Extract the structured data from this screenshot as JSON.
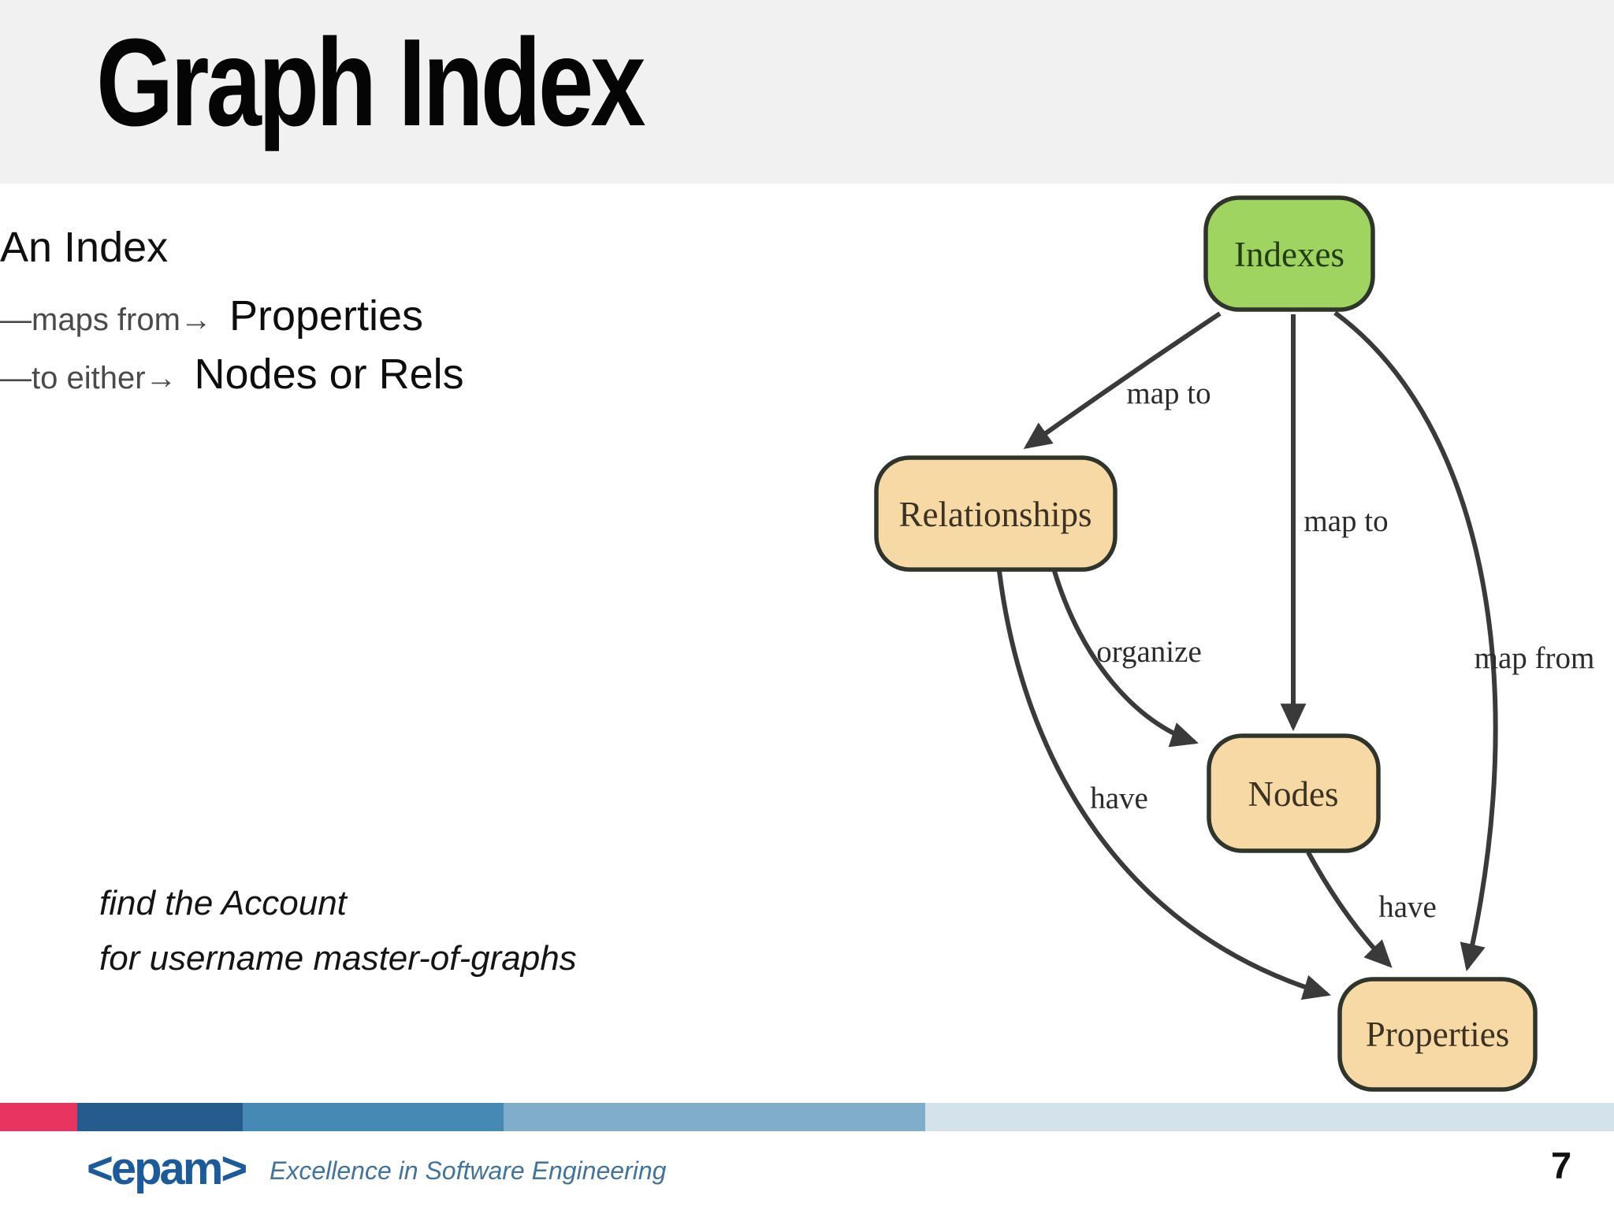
{
  "slide": {
    "title": "Graph Index",
    "page_number": "7"
  },
  "content": {
    "heading": "An Index",
    "bullets": [
      {
        "prefix": "—maps from→",
        "emphasis": "Properties"
      },
      {
        "prefix": "—to either→",
        "emphasis": "Nodes or Rels"
      }
    ],
    "note_line1": "find the Account",
    "note_line2": "for username master-of-graphs"
  },
  "diagram": {
    "nodes": [
      {
        "id": "indexes",
        "label": "Indexes",
        "fill": "#9ed45f"
      },
      {
        "id": "relationships",
        "label": "Relationships",
        "fill": "#f7d9a5"
      },
      {
        "id": "nodes",
        "label": "Nodes",
        "fill": "#f7d9a5"
      },
      {
        "id": "properties",
        "label": "Properties",
        "fill": "#f7d9a5"
      }
    ],
    "edges": [
      {
        "from": "indexes",
        "to": "relationships",
        "label": "map to"
      },
      {
        "from": "indexes",
        "to": "nodes",
        "label": "map to"
      },
      {
        "from": "indexes",
        "to": "properties",
        "label": "map from"
      },
      {
        "from": "relationships",
        "to": "nodes",
        "label": "organize"
      },
      {
        "from": "relationships",
        "to": "properties",
        "label": "have"
      },
      {
        "from": "nodes",
        "to": "properties",
        "label": "have"
      }
    ],
    "edge_color": "#3a3a3a"
  },
  "footer": {
    "stripe_colors": [
      "#e73460",
      "#235c8d",
      "#4589b4",
      "#7fadca",
      "#d4e2ec"
    ],
    "logo_text": "<epam>",
    "tagline": "Excellence in Software Engineering"
  }
}
